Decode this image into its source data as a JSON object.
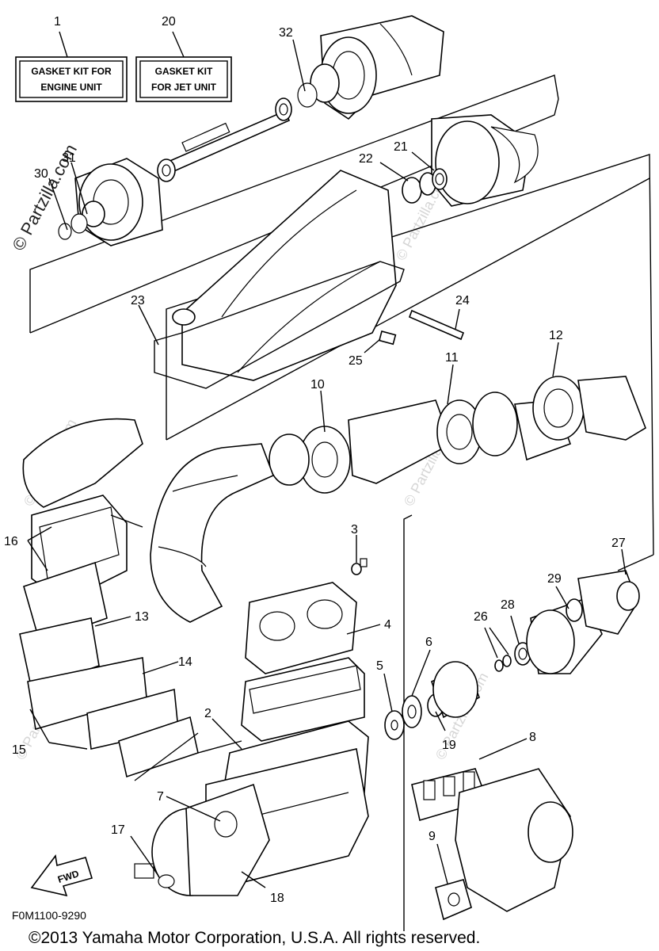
{
  "kits": [
    {
      "number": "1",
      "line1": "GASKET KIT FOR",
      "line2": "ENGINE UNIT"
    },
    {
      "number": "20",
      "line1": "GASKET KIT",
      "line2": "FOR JET UNIT"
    }
  ],
  "callouts": [
    "32",
    "31",
    "30",
    "22",
    "21",
    "23",
    "24",
    "25",
    "11",
    "12",
    "10",
    "16",
    "3",
    "27",
    "29",
    "4",
    "13",
    "26",
    "28",
    "6",
    "14",
    "5",
    "19",
    "2",
    "8",
    "15",
    "7",
    "9",
    "17",
    "18"
  ],
  "watermark": "© Partzilla.com",
  "forward_label": "FWD",
  "diagram_code": "F0M1100-9290",
  "copyright": "©2013  Yamaha Motor Corporation, U.S.A. All rights reserved."
}
